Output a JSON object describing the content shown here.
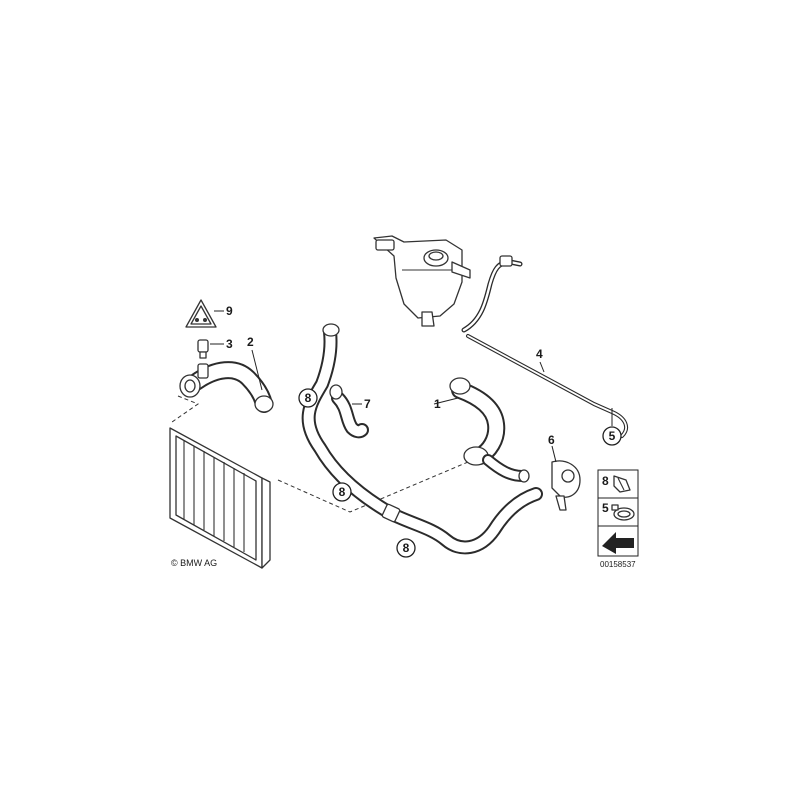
{
  "callouts": {
    "p1": "1",
    "p2": "2",
    "p3": "3",
    "p4": "4",
    "p5": "5",
    "p6": "6",
    "p7": "7",
    "p8a": "8",
    "p8b": "8",
    "p8c": "8",
    "p9": "9"
  },
  "legend": {
    "item_top": "8",
    "item_bottom": "5"
  },
  "footer": {
    "copyright": "© BMW AG",
    "reference": "00158537"
  },
  "colors": {
    "line": "#2b2b2b",
    "background": "#ffffff"
  }
}
